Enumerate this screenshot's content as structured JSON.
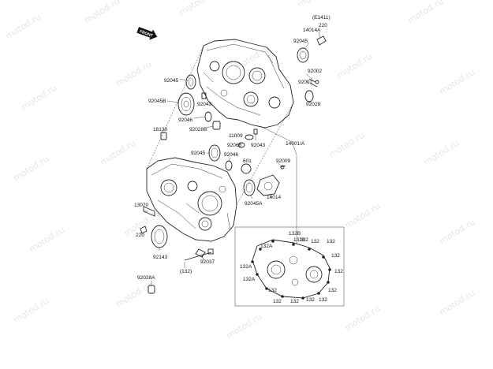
{
  "watermark": "motod.ru",
  "page_code": "(E1411)",
  "front_arrow": "FRONT",
  "labels": [
    {
      "id": "14014A",
      "text": "14014A"
    },
    {
      "id": "220a",
      "text": "220"
    },
    {
      "id": "92045a",
      "text": "92045"
    },
    {
      "id": "92045b",
      "text": "92045"
    },
    {
      "id": "92045B",
      "text": "92045B"
    },
    {
      "id": "92043a",
      "text": "92043"
    },
    {
      "id": "92046a",
      "text": "92046"
    },
    {
      "id": "92028B",
      "text": "92028B"
    },
    {
      "id": "92002a",
      "text": "92002"
    },
    {
      "id": "92002b",
      "text": "92002"
    },
    {
      "id": "92028",
      "text": "92028"
    },
    {
      "id": "16130",
      "text": "16130"
    },
    {
      "id": "11009",
      "text": "11009"
    },
    {
      "id": "92066",
      "text": "92066"
    },
    {
      "id": "92043b",
      "text": "92043"
    },
    {
      "id": "14001A",
      "text": "14001/A"
    },
    {
      "id": "92045c",
      "text": "92045"
    },
    {
      "id": "92046b",
      "text": "92046"
    },
    {
      "id": "601",
      "text": "601"
    },
    {
      "id": "92009",
      "text": "92009"
    },
    {
      "id": "92045A",
      "text": "92045A"
    },
    {
      "id": "14014",
      "text": "14014"
    },
    {
      "id": "13070",
      "text": "13070"
    },
    {
      "id": "220b",
      "text": "220"
    },
    {
      "id": "92143",
      "text": "92143"
    },
    {
      "id": "92037",
      "text": "92037"
    },
    {
      "id": "132p",
      "text": "(132)"
    },
    {
      "id": "92028A",
      "text": "92028A"
    },
    {
      "id": "132B1",
      "text": "132B"
    },
    {
      "id": "132B2",
      "text": "132B"
    },
    {
      "id": "132A1",
      "text": "132A"
    },
    {
      "id": "132A2",
      "text": "132A"
    },
    {
      "id": "132A3",
      "text": "132A"
    },
    {
      "id": "132_1",
      "text": "132"
    },
    {
      "id": "132_2",
      "text": "132"
    },
    {
      "id": "132_3",
      "text": "132"
    },
    {
      "id": "132_4",
      "text": "132"
    },
    {
      "id": "132_5",
      "text": "132"
    },
    {
      "id": "132_6",
      "text": "132"
    },
    {
      "id": "132_7",
      "text": "132"
    },
    {
      "id": "132_8",
      "text": "132"
    },
    {
      "id": "132_9",
      "text": "132"
    },
    {
      "id": "132_10",
      "text": "132"
    },
    {
      "id": "132_11",
      "text": "132"
    }
  ]
}
